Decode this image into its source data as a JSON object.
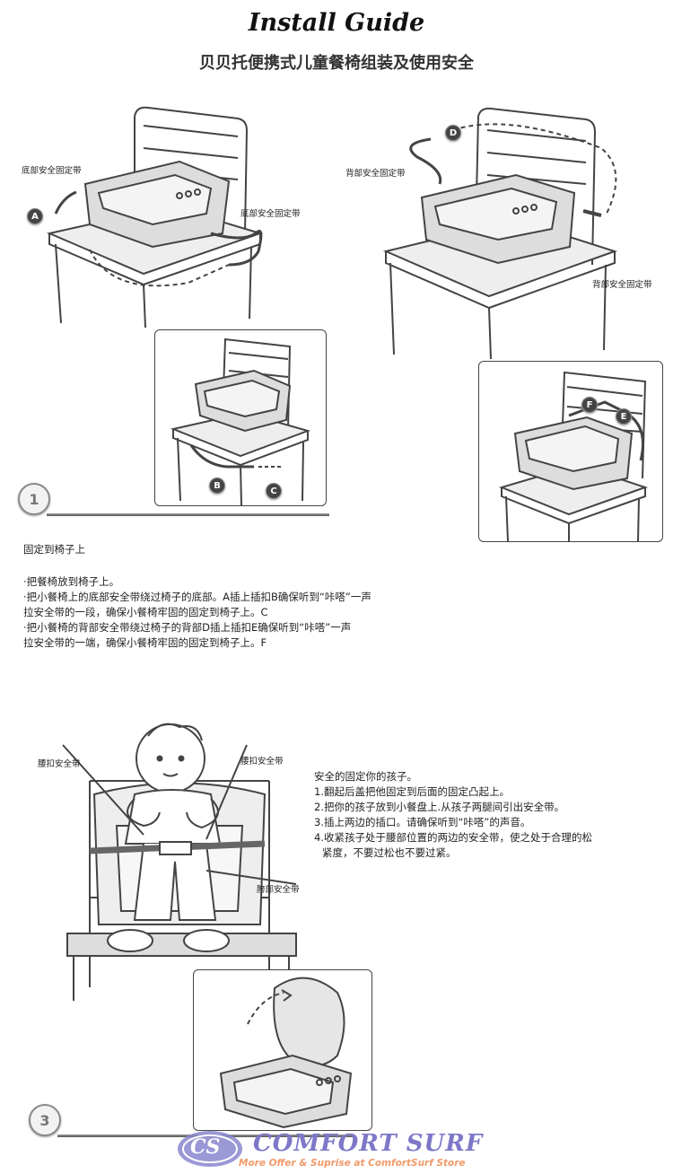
{
  "header": {
    "title": "Install Guide",
    "subtitle": "贝贝托便携式儿童餐椅组装及使用安全"
  },
  "step1": {
    "badge": "1",
    "labels": {
      "bottom_strap_left": "底部安全固定带",
      "bottom_strap_right": "底部安全固定带",
      "back_strap_top": "背部安全固定带",
      "back_strap_bottom": "背部安全固定带"
    },
    "markers": {
      "a": "A",
      "b": "B",
      "c": "C",
      "d": "D",
      "e": "E",
      "f": "F"
    },
    "heading": "固定到椅子上",
    "lines": [
      "·把餐椅放到椅子上。",
      "·把小餐椅上的底部安全带绕过椅子的底部。A插上插扣B确保听到“咔嗒”一声",
      "拉安全带的一段，确保小餐椅牢固的固定到椅子上。C",
      "·把小餐椅的背部安全带绕过椅子的背部D插上插扣E确保听到“咔嗒”一声",
      "拉安全带的一端，确保小餐椅牢固的固定到椅子上。F"
    ]
  },
  "step3": {
    "badge": "3",
    "labels": {
      "buckle_left": "腰扣安全带",
      "buckle_right": "腰扣安全带",
      "crotch": "胯部安全带"
    },
    "lines": [
      "安全的固定你的孩子。",
      "1.翻起后盖把他固定到后面的固定凸起上。",
      "2.把你的孩子放到小餐盘上.从孩子两腿间引出安全带。",
      "3.插上两边的插口。请确保听到“咔嗒”的声音。",
      "4.收紧孩子处于腰部位置的两边的安全带，使之处于合理的松",
      "紧度，不要过松也不要过紧。"
    ]
  },
  "footer": {
    "logo_letters": "CS",
    "brand": "COMFORT SURF",
    "tagline": "More Offer & Suprise at ComfortSurf Store"
  },
  "colors": {
    "line": "#444444",
    "accent_brand": "#7d78c8",
    "accent_tagline": "#f19a6a"
  }
}
